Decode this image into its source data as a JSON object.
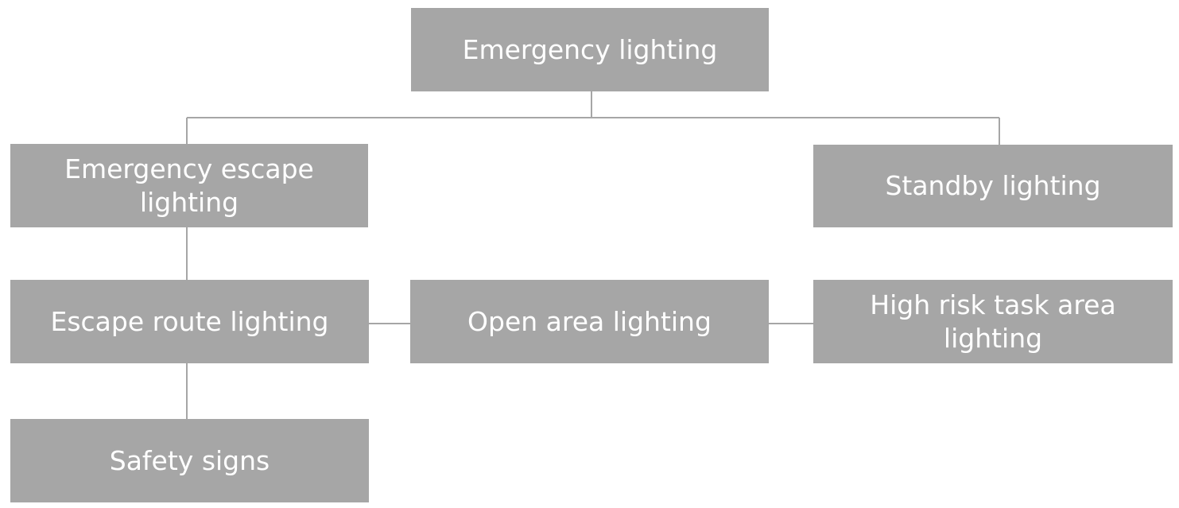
{
  "diagram": {
    "nodes": {
      "root": "Emergency lighting",
      "escape": "Emergency escape lighting",
      "standby": "Standby lighting",
      "route": "Escape route lighting",
      "open": "Open area lighting",
      "high": "High risk task area lighting",
      "signs": "Safety signs"
    },
    "edges": [
      [
        "root",
        "escape"
      ],
      [
        "root",
        "standby"
      ],
      [
        "escape",
        "route"
      ],
      [
        "route",
        "signs"
      ],
      [
        "route",
        "open"
      ],
      [
        "open",
        "high"
      ]
    ],
    "colors": {
      "box_fill": "#a6a6a6",
      "box_text": "#ffffff",
      "connector": "#a6a6a6",
      "background": "#ffffff"
    }
  }
}
